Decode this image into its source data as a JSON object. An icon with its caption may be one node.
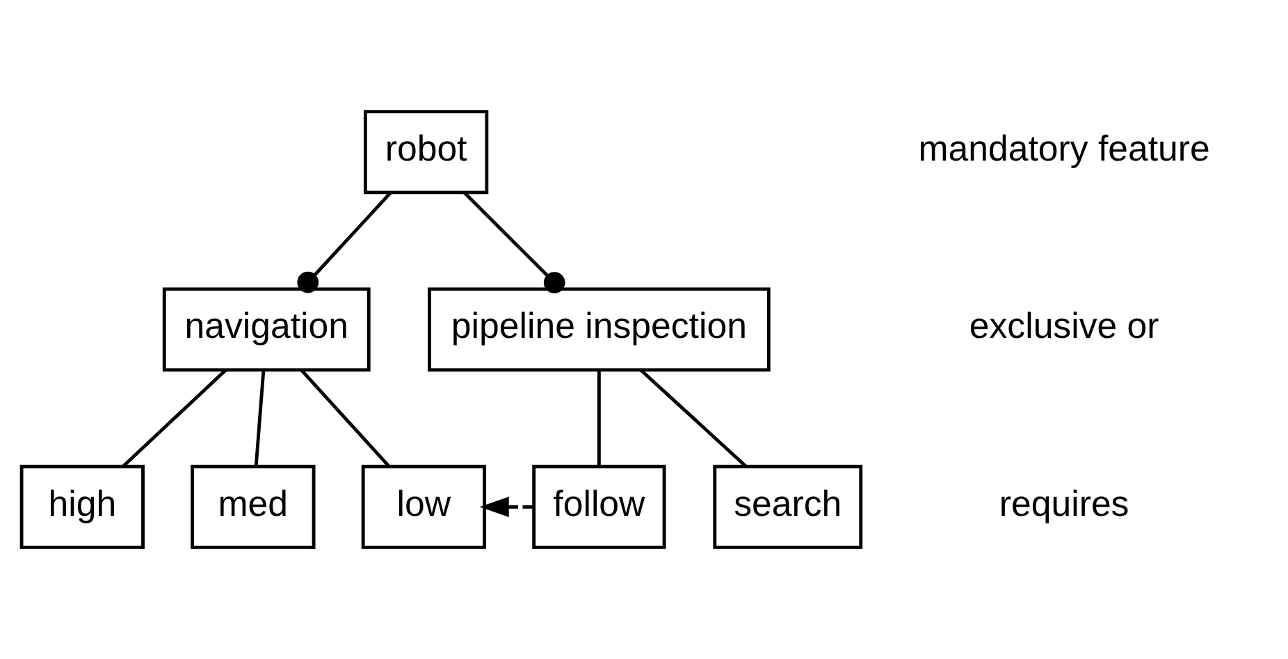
{
  "diagram": {
    "nodes": [
      {
        "text": [
          "robot"
        ]
      },
      {
        "text": [
          "navigation"
        ]
      },
      {
        "text": [
          "pipeline inspection"
        ]
      },
      {
        "text": [
          "high"
        ]
      },
      {
        "text": [
          "med"
        ]
      },
      {
        "text": [
          "low"
        ]
      },
      {
        "text": [
          "follow"
        ]
      },
      {
        "text": [
          "search"
        ]
      }
    ],
    "edges": [
      {
        "from": 0,
        "to": 1,
        "arrow": "other"
      },
      {
        "from": 0,
        "to": 2,
        "arrow": "other"
      },
      {
        "from": 1,
        "to": 3,
        "arrow": "none"
      },
      {
        "from": 1,
        "to": 4,
        "arrow": "none"
      },
      {
        "from": 1,
        "to": 5,
        "arrow": "none"
      },
      {
        "from": 2,
        "to": 6,
        "arrow": "none"
      },
      {
        "from": 2,
        "to": 7,
        "arrow": "none"
      },
      {
        "from": 6,
        "to": 5,
        "arrow": "to",
        "style": "dashed"
      }
    ],
    "legend": [
      {
        "text": "mandatory feature"
      },
      {
        "text": "exclusive or"
      },
      {
        "text": "requires"
      }
    ]
  }
}
